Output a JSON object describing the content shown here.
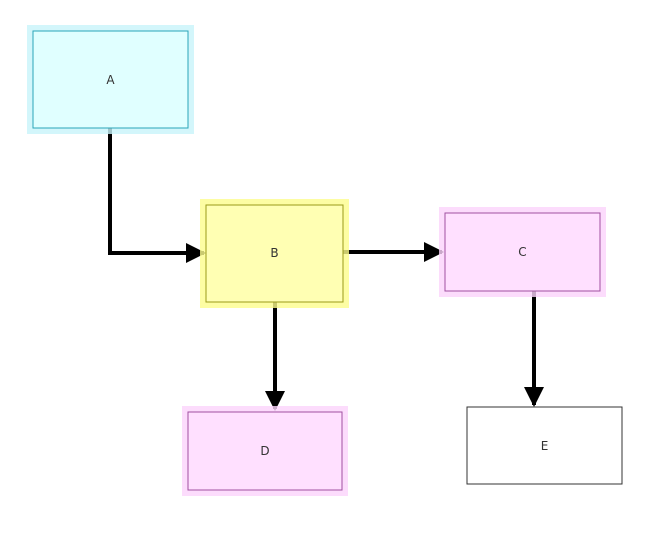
{
  "diagram": {
    "nodes": [
      {
        "id": "A",
        "label": "A",
        "fill": "#e0ffff",
        "stroke": "#2aa6b8",
        "glow": "#c8f4fa"
      },
      {
        "id": "B",
        "label": "B",
        "fill": "#ffffb3",
        "stroke": "#9a9a1a",
        "glow": "#fdfd8c"
      },
      {
        "id": "C",
        "label": "C",
        "fill": "#ffe0ff",
        "stroke": "#a050a0",
        "glow": "#fbd3fb"
      },
      {
        "id": "D",
        "label": "D",
        "fill": "#ffe0ff",
        "stroke": "#a050a0",
        "glow": "#fbd3fb"
      },
      {
        "id": "E",
        "label": "E",
        "fill": "#ffffff",
        "stroke": "#333333",
        "glow": ""
      }
    ],
    "edges": [
      {
        "from": "A",
        "to": "B"
      },
      {
        "from": "B",
        "to": "C"
      },
      {
        "from": "B",
        "to": "D"
      },
      {
        "from": "C",
        "to": "E"
      }
    ],
    "edge_color": "#000000"
  }
}
